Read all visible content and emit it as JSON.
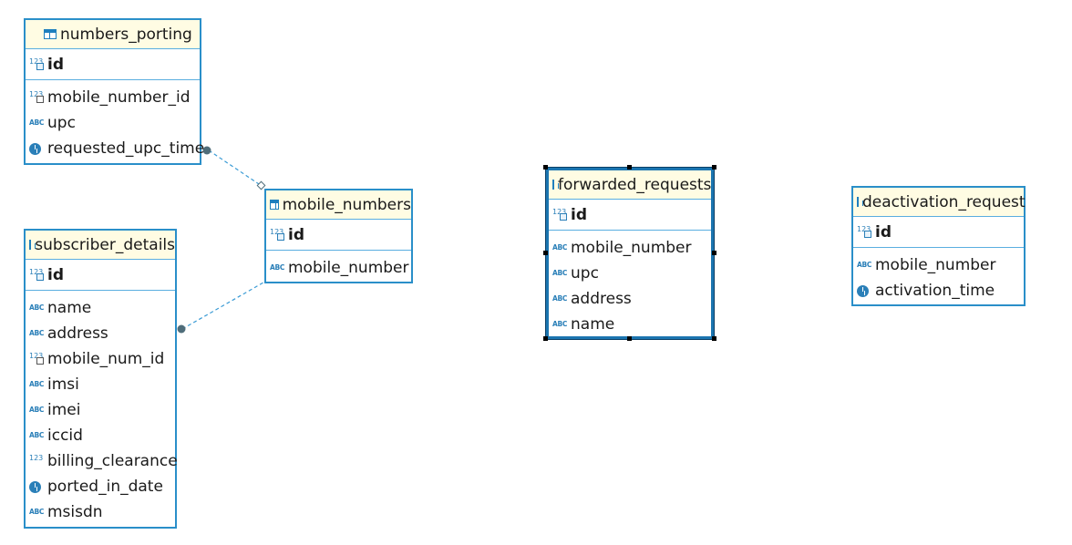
{
  "diagram": {
    "entities": {
      "numbers_porting": {
        "name": "numbers_porting",
        "pk": "id",
        "columns": [
          {
            "name": "mobile_number_id",
            "type": "num-fk"
          },
          {
            "name": "upc",
            "type": "abc"
          },
          {
            "name": "requested_upc_time",
            "type": "clock"
          }
        ]
      },
      "mobile_numbers": {
        "name": "mobile_numbers",
        "pk": "id",
        "columns": [
          {
            "name": "mobile_number",
            "type": "abc"
          }
        ]
      },
      "subscriber_details": {
        "name": "subscriber_details",
        "pk": "id",
        "columns": [
          {
            "name": "name",
            "type": "abc"
          },
          {
            "name": "address",
            "type": "abc"
          },
          {
            "name": "mobile_num_id",
            "type": "num-fk"
          },
          {
            "name": "imsi",
            "type": "abc"
          },
          {
            "name": "imei",
            "type": "abc"
          },
          {
            "name": "iccid",
            "type": "abc"
          },
          {
            "name": "billing_clearance",
            "type": "num"
          },
          {
            "name": "ported_in_date",
            "type": "clock"
          },
          {
            "name": "msisdn",
            "type": "abc"
          }
        ]
      },
      "forwarded_requests": {
        "name": "forwarded_requests",
        "pk": "id",
        "columns": [
          {
            "name": "mobile_number",
            "type": "abc"
          },
          {
            "name": "upc",
            "type": "abc"
          },
          {
            "name": "address",
            "type": "abc"
          },
          {
            "name": "name",
            "type": "abc"
          }
        ]
      },
      "deactivation_request": {
        "name": "deactivation_request",
        "pk": "id",
        "columns": [
          {
            "name": "mobile_number",
            "type": "abc"
          },
          {
            "name": "activation_time",
            "type": "clock"
          }
        ]
      }
    },
    "icons": {
      "abc": "ABC",
      "num": "123",
      "key": "⚿"
    },
    "colors": {
      "border": "#2a8fc9",
      "header_bg": "#fffce3",
      "link": "#3a9bd5",
      "endpoint": "#4f6d7a"
    }
  }
}
